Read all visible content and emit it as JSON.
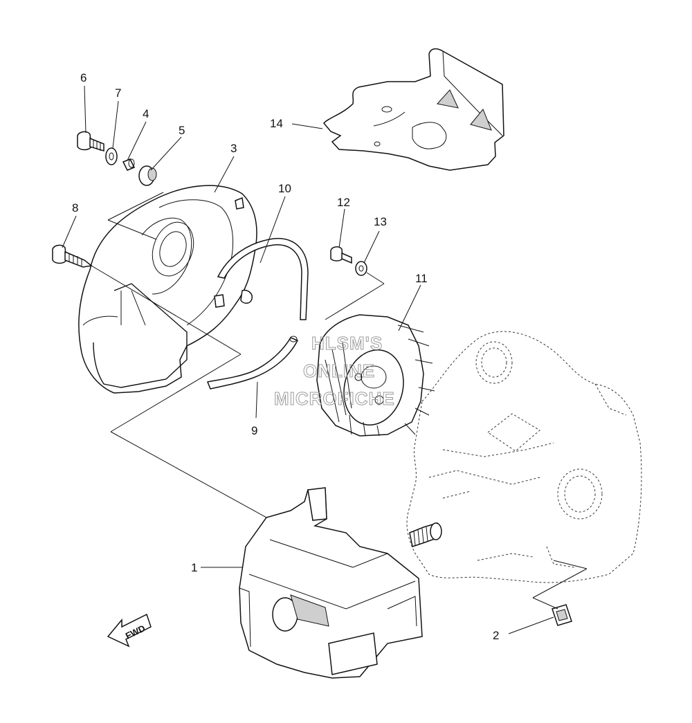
{
  "callouts": {
    "c1": "1",
    "c2": "2",
    "c3": "3",
    "c4": "4",
    "c5": "5",
    "c6": "6",
    "c7": "7",
    "c8": "8",
    "c9": "9",
    "c10": "10",
    "c11": "11",
    "c12": "12",
    "c13": "13",
    "c14": "14"
  },
  "fwd_label": "FWD",
  "watermark": {
    "line1": "HLSM'S",
    "line2": "ONLINE",
    "line3": "MICROFICHE"
  }
}
